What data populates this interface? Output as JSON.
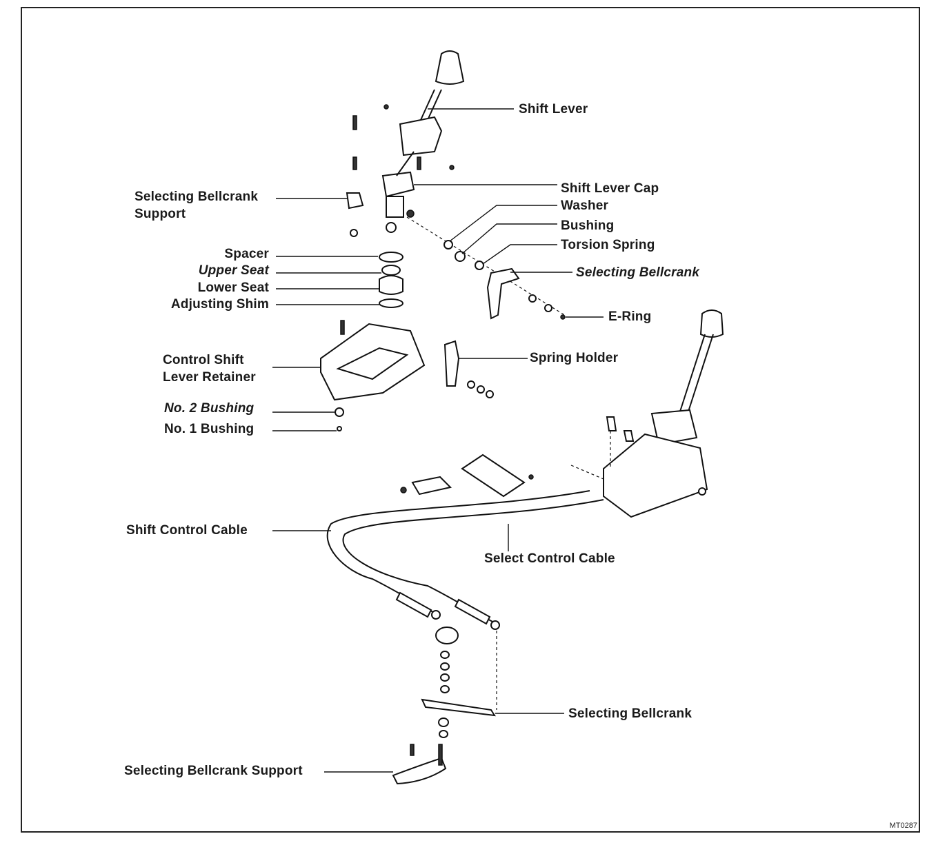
{
  "labels": {
    "shift_lever": "Shift Lever",
    "shift_lever_cap": "Shift Lever Cap",
    "washer": "Washer",
    "bushing": "Bushing",
    "torsion_spring": "Torsion Spring",
    "selecting_bellcrank_upper": "Selecting Bellcrank",
    "e_ring": "E-Ring",
    "spring_holder": "Spring Holder",
    "selecting_bellcrank_support_upper_line1": "Selecting Bellcrank",
    "selecting_bellcrank_support_upper_line2": "Support",
    "spacer": "Spacer",
    "upper_seat": "Upper Seat",
    "lower_seat": "Lower Seat",
    "adjusting_shim": "Adjusting Shim",
    "control_shift_lever_retainer_line1": "Control Shift",
    "control_shift_lever_retainer_line2": "Lever Retainer",
    "no2_bushing": "No. 2 Bushing",
    "no1_bushing": "No. 1 Bushing",
    "shift_control_cable": "Shift Control Cable",
    "select_control_cable": "Select Control Cable",
    "selecting_bellcrank_lower": "Selecting Bellcrank",
    "selecting_bellcrank_support_lower": "Selecting Bellcrank Support"
  },
  "figure_code": "MT0287"
}
